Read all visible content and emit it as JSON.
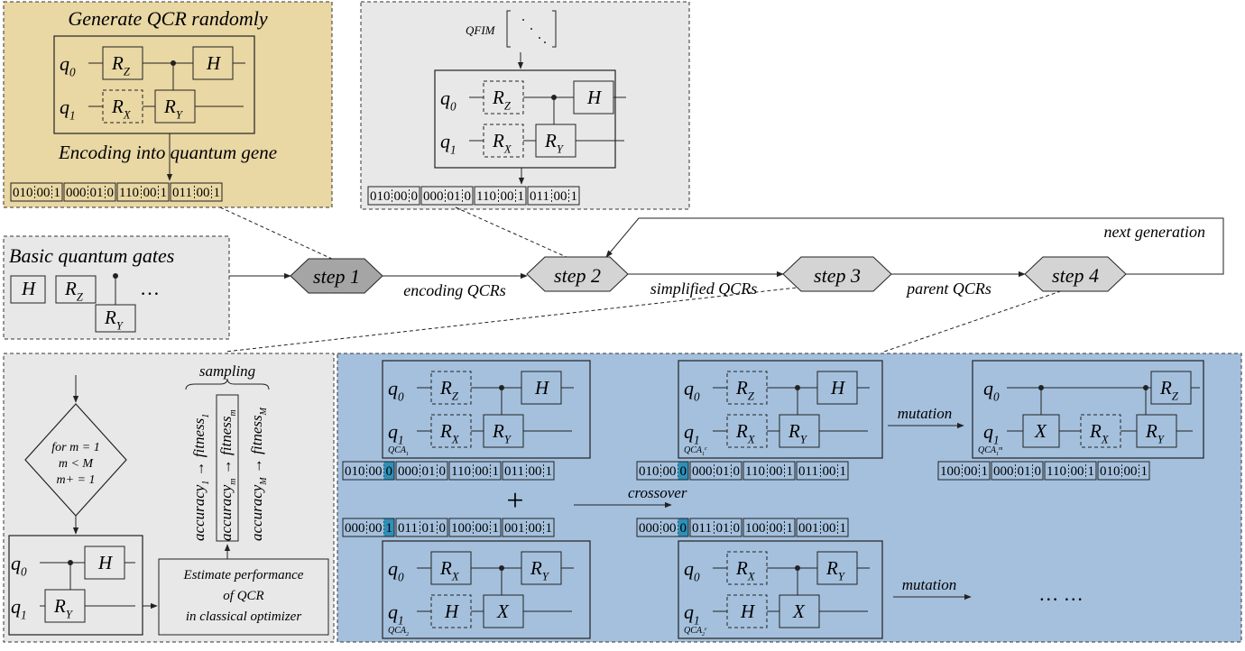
{
  "panels": {
    "generate_title": "Generate QCR randomly",
    "encoding_caption": "Encoding into quantum gene",
    "basic_gates_title": "Basic quantum gates",
    "qfim_label": "QFIM",
    "ellipsis": "…",
    "double_ellipsis": "… …"
  },
  "flow": {
    "step1": "step 1",
    "step2": "step 2",
    "step3": "step 3",
    "step4": "step 4",
    "encoding_qcrs": "encoding QCRs",
    "simplified_qcrs": "simplified QCRs",
    "parent_qcrs": "parent QCRs",
    "next_generation": "next generation"
  },
  "evaluation": {
    "for_line1": "for m = 1",
    "for_line2": "m < M",
    "for_line3": "m+ = 1",
    "sampling": "sampling",
    "acc1": "accuracy",
    "fit1": "fitness",
    "estimate_line1": "Estimate performance",
    "estimate_line2": "of QCR",
    "estimate_line3": "in classical optimizer"
  },
  "genetic": {
    "mutation": "mutation",
    "crossover": "crossover",
    "plus": "+"
  },
  "gates": {
    "H": "H",
    "RZ": "R",
    "RX": "R",
    "RY": "R",
    "X": "X",
    "q": "q"
  },
  "genes": {
    "initial": [
      [
        "010",
        "00",
        "1"
      ],
      [
        "000",
        "01",
        "0"
      ],
      [
        "110",
        "00",
        "1"
      ],
      [
        "011",
        "00",
        "1"
      ]
    ],
    "simplified": [
      [
        "010",
        "00",
        "0"
      ],
      [
        "000",
        "01",
        "0"
      ],
      [
        "110",
        "00",
        "1"
      ],
      [
        "011",
        "00",
        "1"
      ]
    ],
    "parent1": [
      [
        "010",
        "00",
        "0"
      ],
      [
        "000",
        "01",
        "0"
      ],
      [
        "110",
        "00",
        "1"
      ],
      [
        "011",
        "00",
        "1"
      ]
    ],
    "child1": [
      [
        "010",
        "00",
        "0"
      ],
      [
        "000",
        "01",
        "0"
      ],
      [
        "110",
        "00",
        "1"
      ],
      [
        "011",
        "00",
        "1"
      ]
    ],
    "mutant1": [
      [
        "100",
        "00",
        "1"
      ],
      [
        "000",
        "01",
        "0"
      ],
      [
        "110",
        "00",
        "1"
      ],
      [
        "010",
        "00",
        "1"
      ]
    ],
    "parent2": [
      [
        "000",
        "00",
        "1"
      ],
      [
        "011",
        "01",
        "0"
      ],
      [
        "100",
        "00",
        "1"
      ],
      [
        "001",
        "00",
        "1"
      ]
    ],
    "child2": [
      [
        "000",
        "00",
        "0"
      ],
      [
        "011",
        "01",
        "0"
      ],
      [
        "100",
        "00",
        "1"
      ],
      [
        "001",
        "00",
        "1"
      ]
    ]
  },
  "colors": {
    "gold_panel": "#e9d7a4",
    "gray_panel": "#e8e8e9",
    "blue_panel": "#a4c0dd",
    "highlight": "#2f8fb8",
    "step_dark": "#a5a5a5",
    "step_light": "#d4d4d4"
  }
}
